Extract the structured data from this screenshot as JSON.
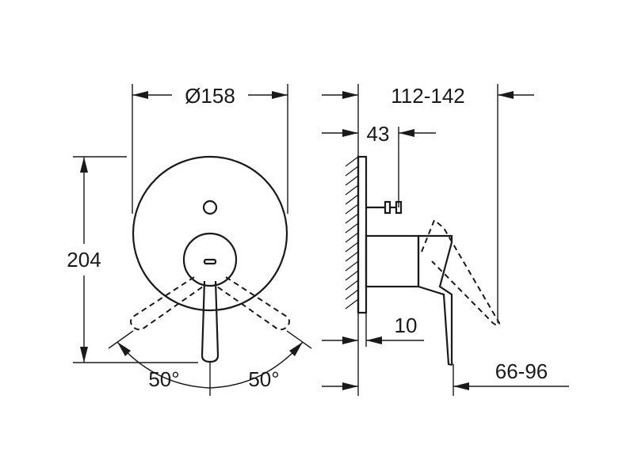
{
  "dimensions": {
    "diameter": "Ø158",
    "height": "204",
    "angle_left": "50°",
    "angle_right": "50°",
    "depth_range": "112-142",
    "offset": "43",
    "plate": "10",
    "projection_range": "66-96"
  },
  "colors": {
    "line": "#1a1a1a",
    "background": "#ffffff"
  },
  "icons": {
    "front_view": "trim-plate-front-view",
    "side_view": "trim-plate-side-view"
  }
}
